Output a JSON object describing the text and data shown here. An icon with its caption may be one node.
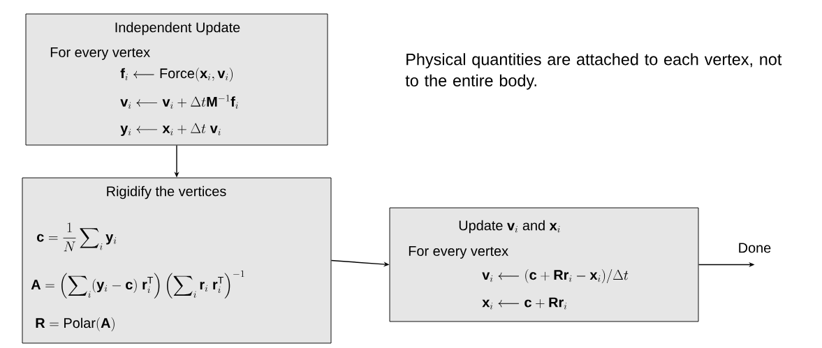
{
  "diagram": {
    "nodes": [
      {
        "text": [
          "Independent Update",
          "For every vertex",
          "\\mathbf{f}_i \\longleftarrow \\mathrm{Force}(\\mathbf{x}_i, \\mathbf{v}_i)",
          "\\mathbf{v}_i \\longleftarrow \\mathbf{v}_i + \\Delta t \\mathbf{M}^{-1} \\mathbf{f}_i",
          "\\mathbf{y}_i \\longleftarrow \\mathbf{x}_i + \\Delta t\\ \\mathbf{v}_i"
        ]
      },
      {
        "text": [
          "Rigidify the vertices",
          "\\mathbf{c} = \\frac{1}{N} \\sum\\nolimits_i \\mathbf{y}_i",
          "\\mathbf{A} = \\left(\\sum\\nolimits_i (\\mathbf{y}_i - \\mathbf{c})\\ \\mathbf{r}_i^{\\mathrm{T}}\\right)\\left(\\sum\\nolimits_i \\mathbf{r}_i\\ \\mathbf{r}_i^{\\mathrm{T}}\\right)^{-1}",
          "\\mathbf{R} = \\mathrm{Polar}(\\mathbf{A})"
        ]
      },
      {
        "text": [
          "\\text{Update } \\mathbf{v}_i \\text{ and } \\mathbf{x}_i",
          "For every vertex",
          "\\mathbf{v}_i \\longleftarrow (\\mathbf{c} + \\mathbf{R}\\mathbf{r}_i - \\mathbf{x}_i)/\\Delta t",
          "\\mathbf{x}_i \\longleftarrow \\mathbf{c} + \\mathbf{R}\\mathbf{r}_i"
        ]
      }
    ],
    "edges": [
      {
        "from": 0,
        "to": 1,
        "arrow": "to"
      },
      {
        "from": 1,
        "to": 2,
        "arrow": "to"
      },
      {
        "from": 2,
        "to": null,
        "arrow": "to",
        "label": "Done"
      }
    ],
    "labels": [
      "Physical quantities are attached to each vertex, not to the entire body."
    ]
  }
}
